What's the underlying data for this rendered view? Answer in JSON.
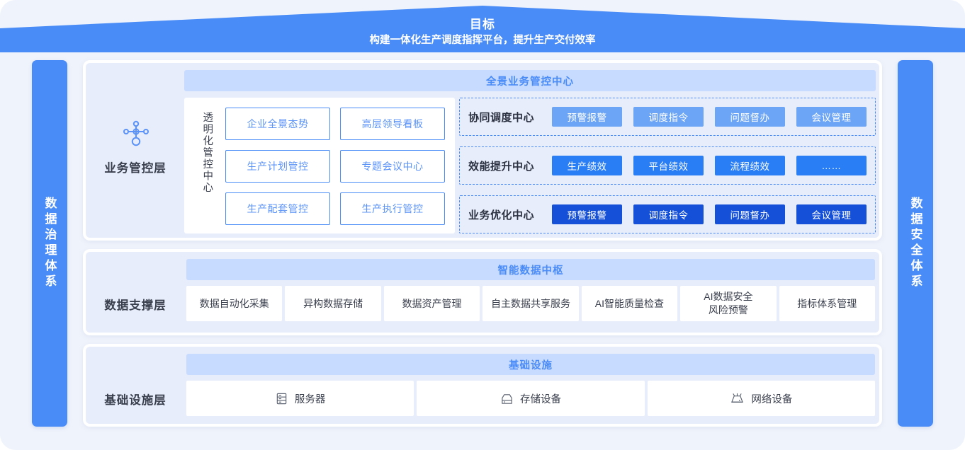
{
  "banner": {
    "title": "目标",
    "subtitle": "构建一体化生产调度指挥平台，提升生产交付效率"
  },
  "side_bars": {
    "left": "数据治理体系",
    "right": "数据安全体系"
  },
  "business_layer": {
    "label": "业务管控层",
    "icon": "node-network-icon",
    "section_header": "全景业务管控中心",
    "transparent_center": {
      "vertical_label": "透明化管控中心",
      "buttons": [
        "企业全景态势",
        "高层领导看板",
        "生产计划管控",
        "专题会议中心",
        "生产配套管控",
        "生产执行管控"
      ]
    },
    "center_rows": [
      {
        "title": "协同调度中心",
        "tone": "tone-light",
        "chips": [
          "预警报警",
          "调度指令",
          "问题督办",
          "会议管理"
        ]
      },
      {
        "title": "效能提升中心",
        "tone": "tone-mid",
        "chips": [
          "生产绩效",
          "平台绩效",
          "流程绩效",
          "……"
        ]
      },
      {
        "title": "业务优化中心",
        "tone": "tone-dark",
        "chips": [
          "预警报警",
          "调度指令",
          "问题督办",
          "会议管理"
        ]
      }
    ]
  },
  "data_layer": {
    "label": "数据支撑层",
    "section_header": "智能数据中枢",
    "cells": [
      "数据自动化采集",
      "异构数据存储",
      "数据资产管理",
      "自主数据共享服务",
      "AI智能质量检查",
      "AI数据安全\n风险预警",
      "指标体系管理"
    ]
  },
  "infra_layer": {
    "label": "基础设施层",
    "section_header": "基础设施",
    "cells": [
      {
        "label": "服务器",
        "icon": "server-rack-icon"
      },
      {
        "label": "存储设备",
        "icon": "storage-disk-icon"
      },
      {
        "label": "网络设备",
        "icon": "network-router-icon"
      }
    ]
  },
  "colors": {
    "brand_blue": "#4a8cf7",
    "panel_fill": "#e8edfb",
    "section_head_fill": "#c7daff",
    "chip_light": "#6ca5f5",
    "chip_mid": "#2a7ef5",
    "chip_dark": "#1550d8",
    "page_bg": "#eff3fb"
  }
}
